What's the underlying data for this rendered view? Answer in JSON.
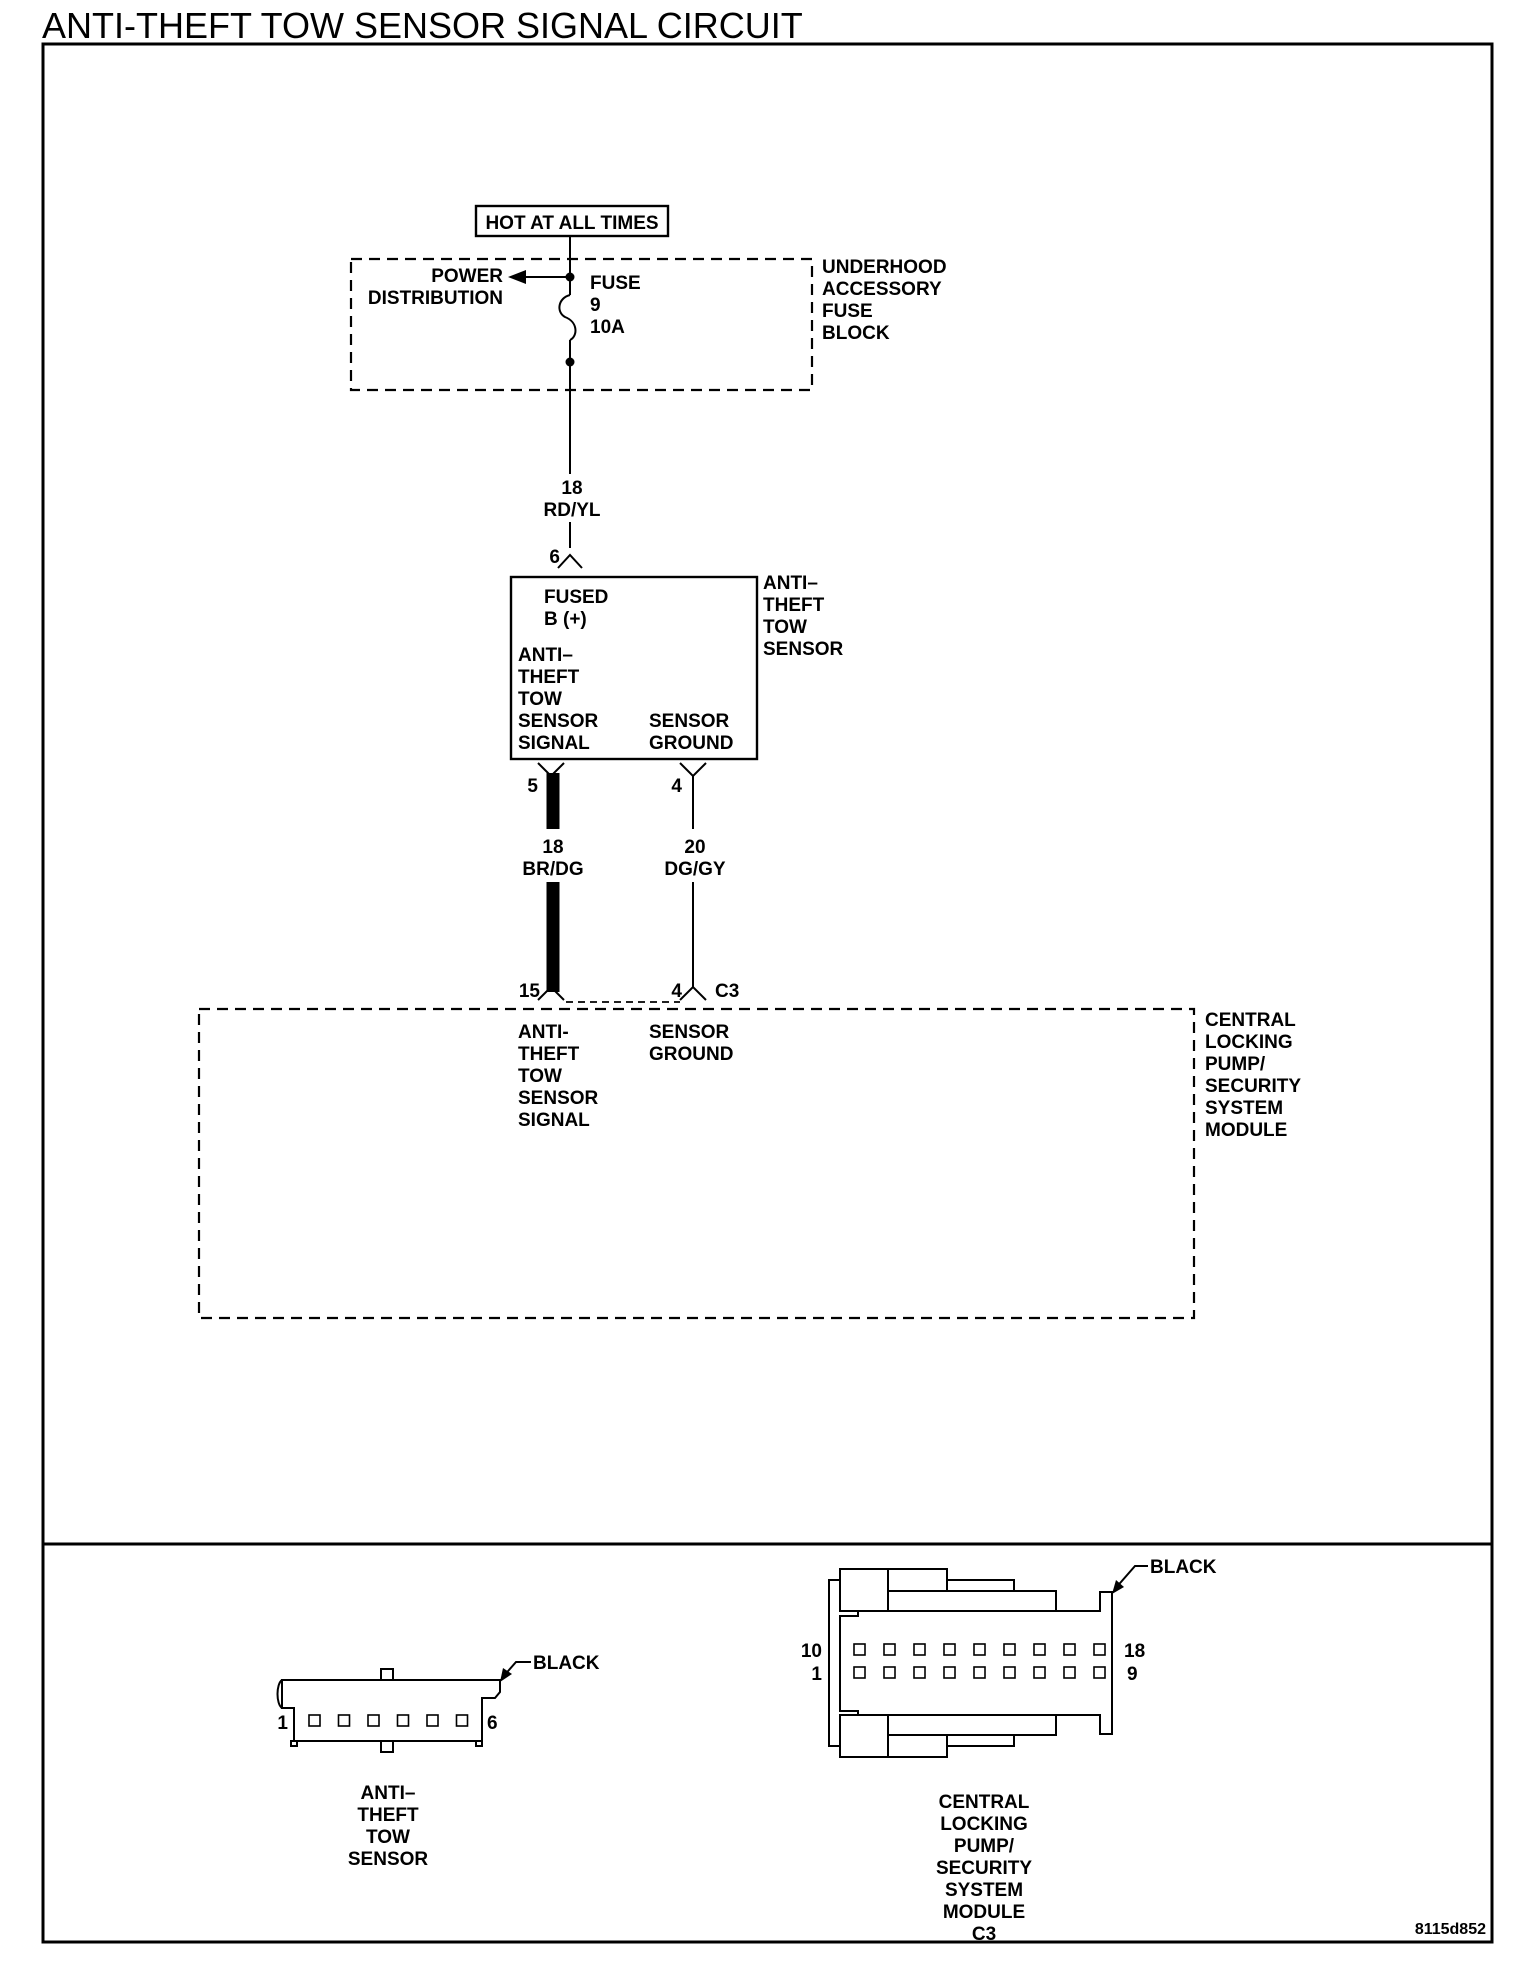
{
  "title": "ANTI-THEFT TOW SENSOR SIGNAL CIRCUIT",
  "hot_label": "HOT AT ALL TIMES",
  "fuse_block": {
    "name_lines": [
      "UNDERHOOD",
      "ACCESSORY",
      "FUSE",
      "BLOCK"
    ],
    "power_distribution_lines": [
      "POWER",
      "DISTRIBUTION"
    ],
    "fuse_lines": [
      "FUSE",
      "9",
      "10A"
    ]
  },
  "wires": {
    "feed": {
      "gauge": "18",
      "color": "RD/YL",
      "pin": "6"
    },
    "signal": {
      "gauge": "18",
      "color": "BR/DG",
      "sensor_pin": "5",
      "module_pin": "15"
    },
    "ground": {
      "gauge": "20",
      "color": "DG/GY",
      "sensor_pin": "4",
      "module_pin": "4",
      "connector": "C3"
    }
  },
  "tow_sensor": {
    "name_lines": [
      "ANTI–",
      "THEFT",
      "TOW",
      "SENSOR"
    ],
    "fused_lines": [
      "FUSED",
      "B (+)"
    ],
    "signal_lines": [
      "ANTI–",
      "THEFT",
      "TOW",
      "SENSOR",
      "SIGNAL"
    ],
    "ground_lines": [
      "SENSOR",
      "GROUND"
    ]
  },
  "module": {
    "name_lines": [
      "CENTRAL",
      "LOCKING",
      "PUMP/",
      "SECURITY",
      "SYSTEM",
      "MODULE"
    ],
    "signal_lines": [
      "ANTI-",
      "THEFT",
      "TOW",
      "SENSOR",
      "SIGNAL"
    ],
    "ground_lines": [
      "SENSOR",
      "GROUND"
    ]
  },
  "connector_views": {
    "tow_sensor": {
      "color_label": "BLACK",
      "pin_first": "1",
      "pin_last": "6",
      "pin_count": 6,
      "caption_lines": [
        "ANTI–",
        "THEFT",
        "TOW",
        "SENSOR"
      ]
    },
    "module_c3": {
      "color_label": "BLACK",
      "row_top_first": "10",
      "row_top_last": "18",
      "row_bottom_first": "1",
      "row_bottom_last": "9",
      "pins_per_row": 9,
      "caption_lines": [
        "CENTRAL",
        "LOCKING",
        "PUMP/",
        "SECURITY",
        "SYSTEM",
        "MODULE",
        "C3"
      ]
    }
  },
  "figure_id": "8115d852"
}
